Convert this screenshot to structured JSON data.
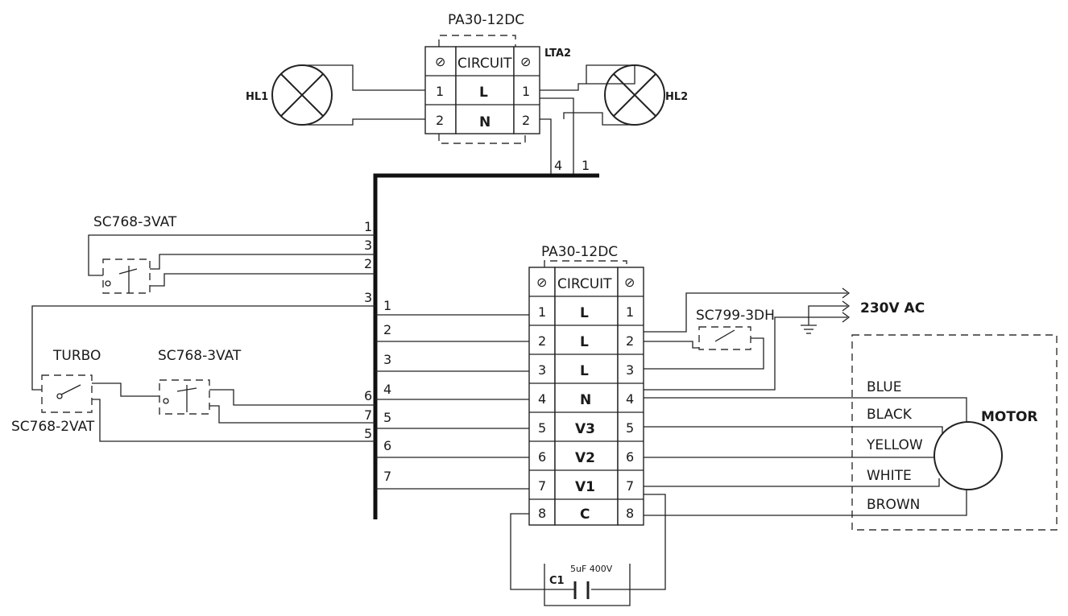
{
  "top_terminal": {
    "model": "PA30-12DC",
    "tag": "LTA2",
    "header": "CIRCUIT",
    "rows": [
      {
        "left": "1",
        "mid": "L",
        "right": "1"
      },
      {
        "left": "2",
        "mid": "N",
        "right": "2"
      }
    ],
    "bus_numbers": [
      "4",
      "1"
    ]
  },
  "lamps": {
    "left": "HL1",
    "right": "HL2"
  },
  "switches": {
    "sw_top": "SC768-3VAT",
    "sw_turbo": "TURBO",
    "sw_mid": "SC768-3VAT",
    "sw_bottom": "SC768-2VAT",
    "sw_power": "SC799-3DH"
  },
  "bus_left_numbers": [
    "1",
    "3",
    "2",
    "3",
    "6",
    "7",
    "5"
  ],
  "bus_right_numbers": [
    "1",
    "2",
    "3",
    "4",
    "5",
    "6",
    "7"
  ],
  "main_terminal": {
    "model": "PA30-12DC",
    "header": "CIRCUIT",
    "rows": [
      {
        "left": "1",
        "mid": "L",
        "right": "1"
      },
      {
        "left": "2",
        "mid": "L",
        "right": "2"
      },
      {
        "left": "3",
        "mid": "L",
        "right": "3"
      },
      {
        "left": "4",
        "mid": "N",
        "right": "4"
      },
      {
        "left": "5",
        "mid": "V3",
        "right": "5"
      },
      {
        "left": "6",
        "mid": "V2",
        "right": "6"
      },
      {
        "left": "7",
        "mid": "V1",
        "right": "7"
      },
      {
        "left": "8",
        "mid": "C",
        "right": "8"
      }
    ]
  },
  "power": {
    "label": "230V AC"
  },
  "motor": {
    "label": "MOTOR",
    "wires": [
      "BLUE",
      "BLACK",
      "YELLOW",
      "WHITE",
      "BROWN"
    ]
  },
  "capacitor": {
    "ref": "C1",
    "value": "5uF 400V"
  }
}
